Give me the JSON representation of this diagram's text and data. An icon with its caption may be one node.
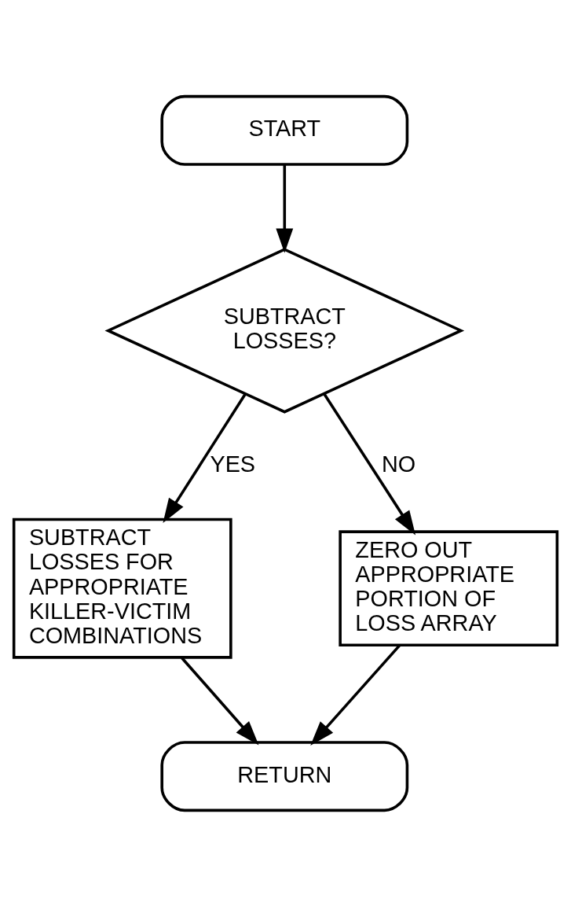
{
  "diagram": {
    "nodes": [
      {
        "text": [
          "START"
        ]
      },
      {
        "text": [
          "SUBTRACT LOSSES?"
        ]
      },
      {
        "text": [
          "SUBTRACT LOSSES FOR APPROPRIATE KILLER-VICTIM COMBINATIONS"
        ]
      },
      {
        "text": [
          "ZERO OUT APPROPRIATE PORTION OF LOSS ARRAY"
        ]
      },
      {
        "text": [
          "RETURN"
        ]
      }
    ],
    "edges": [
      {
        "from": 0,
        "to": 1,
        "arrow": "to"
      },
      {
        "from": 1,
        "to": 2,
        "arrow": "to",
        "label": "YES"
      },
      {
        "from": 1,
        "to": 3,
        "arrow": "to",
        "label": "NO"
      },
      {
        "from": 2,
        "to": 4,
        "arrow": "to"
      },
      {
        "from": 3,
        "to": 4,
        "arrow": "to"
      }
    ]
  }
}
